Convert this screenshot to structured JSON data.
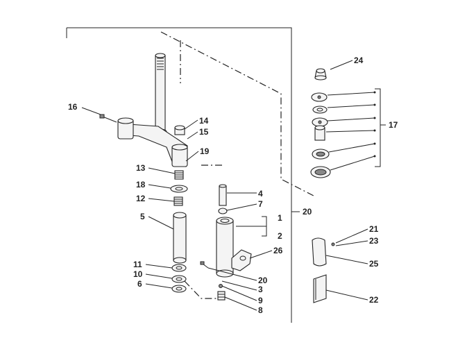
{
  "callouts": [
    {
      "id": "c1",
      "text": "1"
    },
    {
      "id": "c2",
      "text": "2"
    },
    {
      "id": "c3",
      "text": "3"
    },
    {
      "id": "c4",
      "text": "4"
    },
    {
      "id": "c5",
      "text": "5"
    },
    {
      "id": "c6",
      "text": "6"
    },
    {
      "id": "c7",
      "text": "7"
    },
    {
      "id": "c8",
      "text": "8"
    },
    {
      "id": "c9",
      "text": "9"
    },
    {
      "id": "c10",
      "text": "10"
    },
    {
      "id": "c11",
      "text": "11"
    },
    {
      "id": "c12",
      "text": "12"
    },
    {
      "id": "c13",
      "text": "13"
    },
    {
      "id": "c14",
      "text": "14"
    },
    {
      "id": "c15",
      "text": "15"
    },
    {
      "id": "c16",
      "text": "16"
    },
    {
      "id": "c17",
      "text": "17"
    },
    {
      "id": "c18",
      "text": "18"
    },
    {
      "id": "c19",
      "text": "19"
    },
    {
      "id": "c20a",
      "text": "20"
    },
    {
      "id": "c20b",
      "text": "20"
    },
    {
      "id": "c21",
      "text": "21"
    },
    {
      "id": "c22",
      "text": "22"
    },
    {
      "id": "c23",
      "text": "23"
    },
    {
      "id": "c24",
      "text": "24"
    },
    {
      "id": "c25",
      "text": "25"
    },
    {
      "id": "c26",
      "text": "26"
    }
  ]
}
